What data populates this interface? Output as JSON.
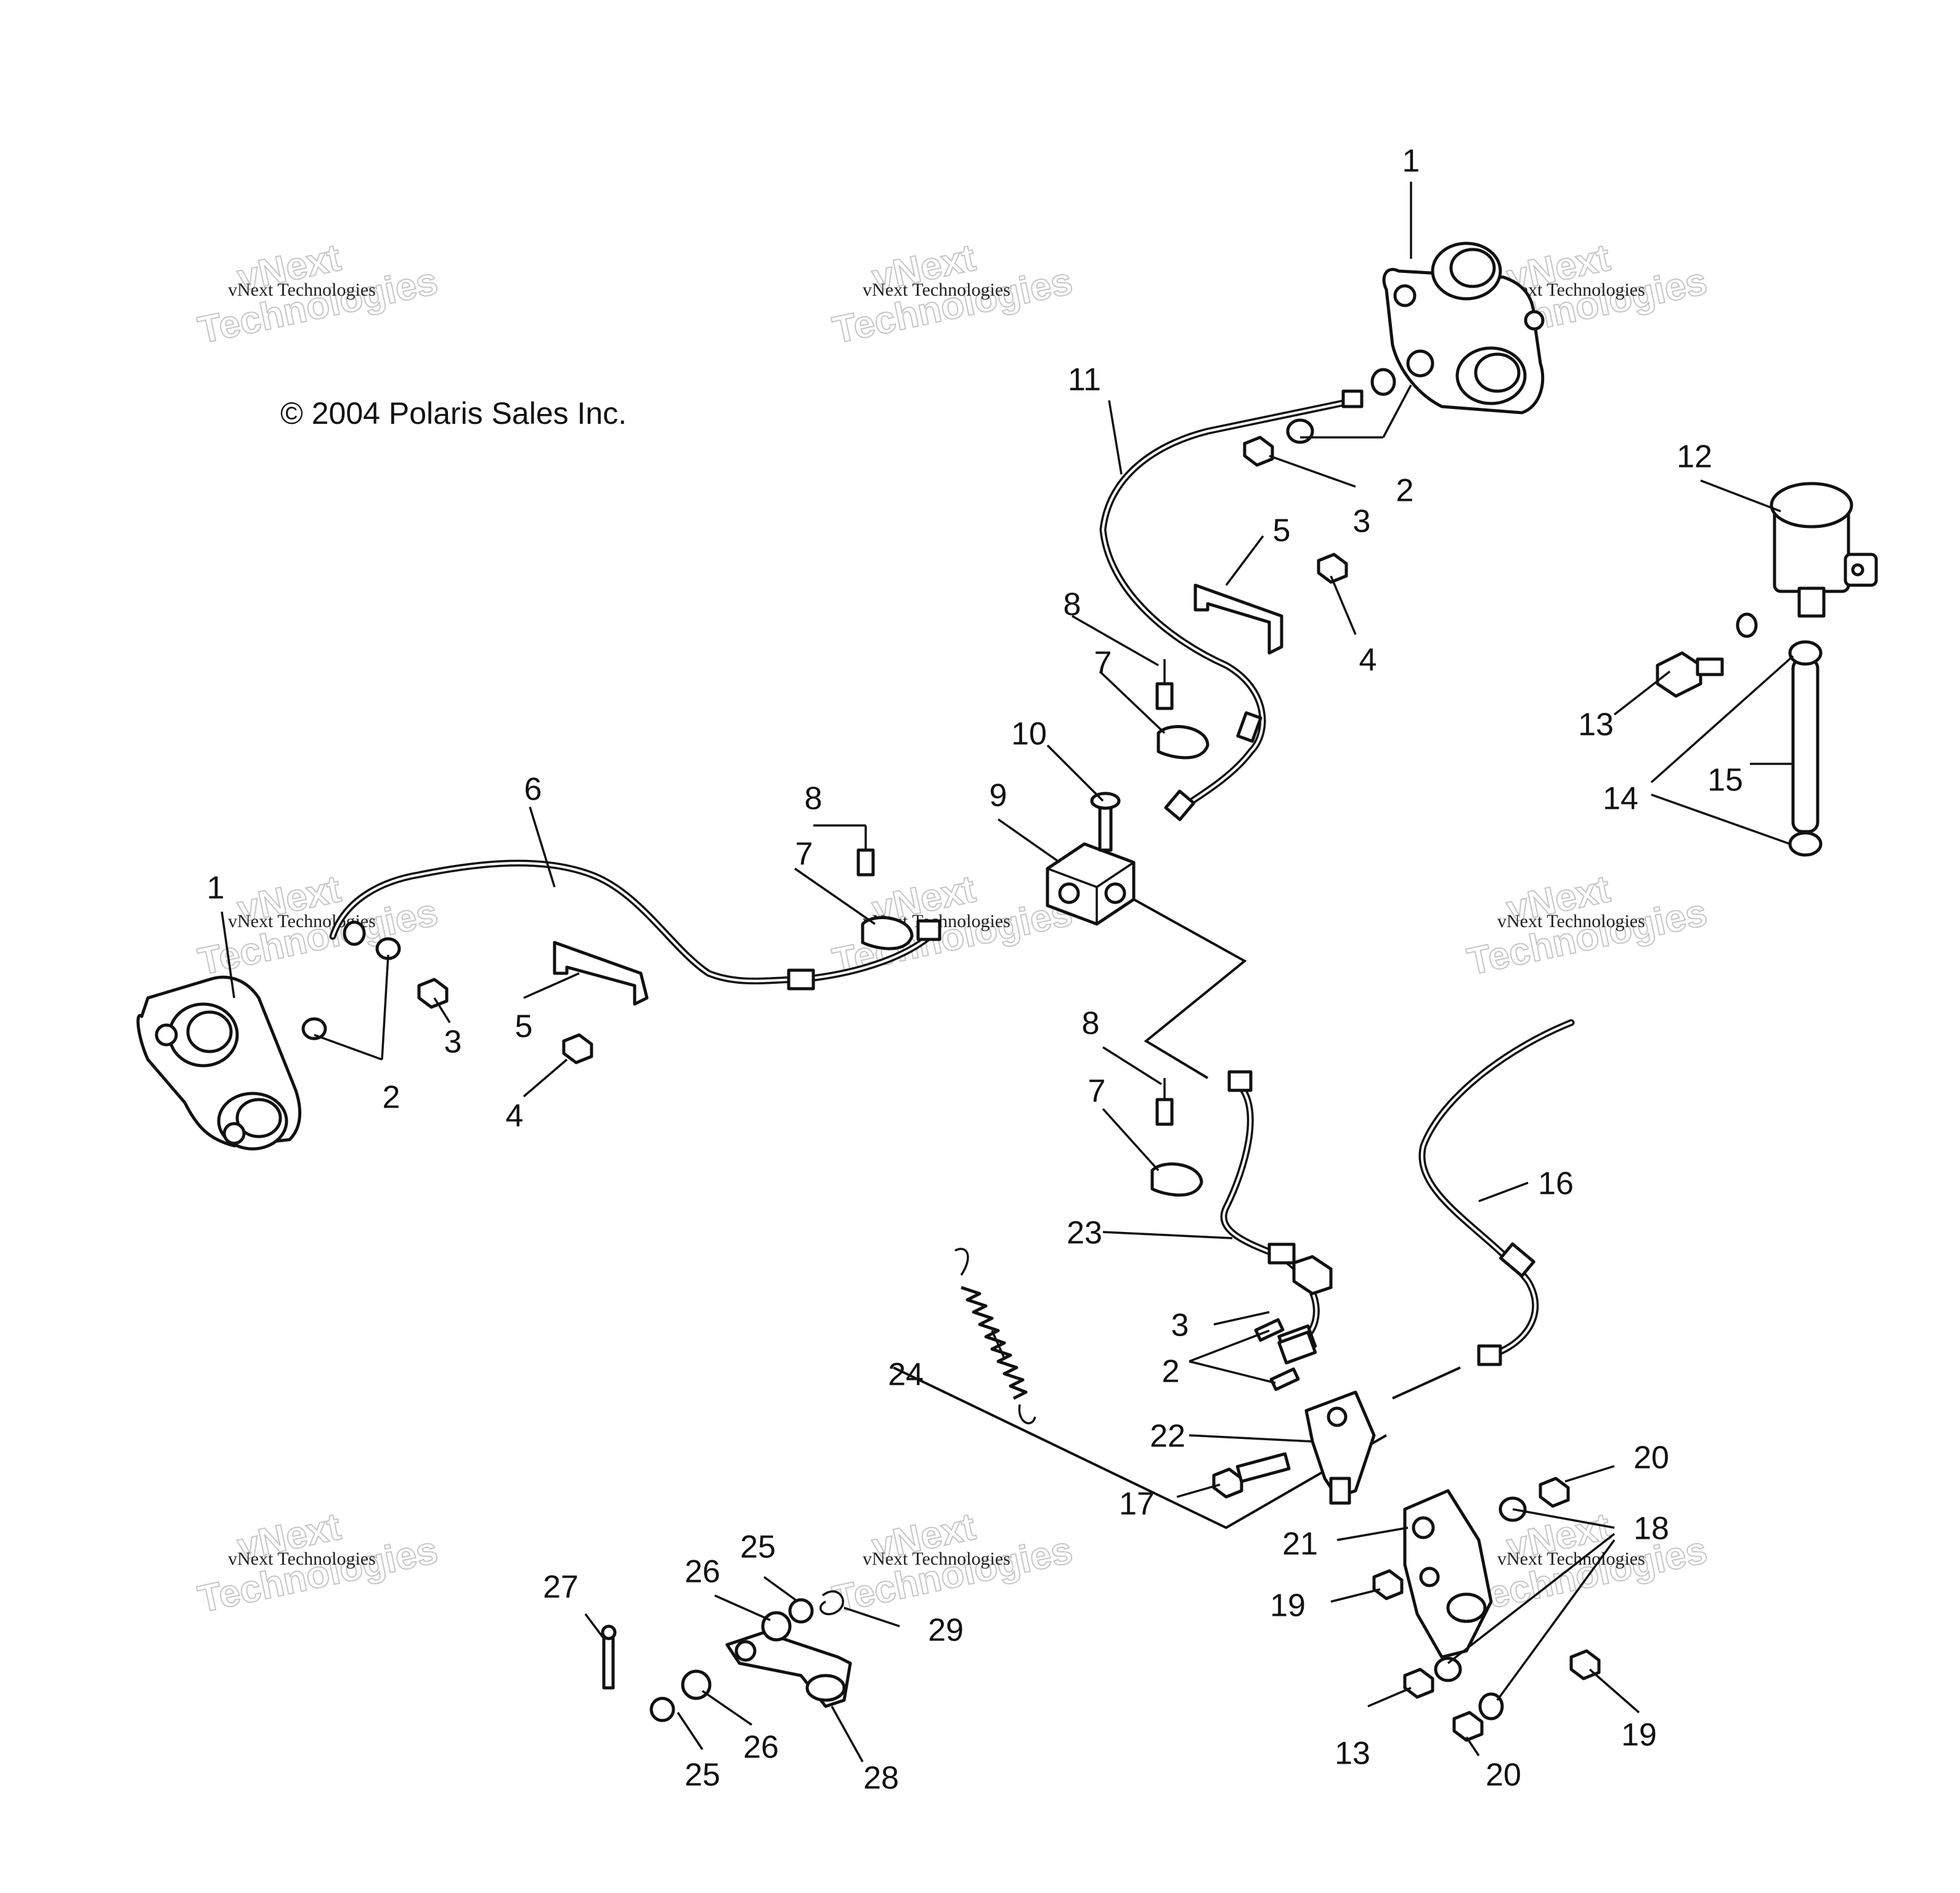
{
  "copyright": "© 2004 Polaris Sales Inc.",
  "watermark": {
    "small": "vNext Technologies",
    "big_line1": "vNext",
    "big_line2": "Technologies"
  },
  "callouts": {
    "c1a": "1",
    "c1b": "1",
    "c2a": "2",
    "c2b": "2",
    "c2c": "2",
    "c3a": "3",
    "c3b": "3",
    "c3c": "3",
    "c4a": "4",
    "c4b": "4",
    "c5a": "5",
    "c5b": "5",
    "c6": "6",
    "c7a": "7",
    "c7b": "7",
    "c7c": "7",
    "c8a": "8",
    "c8b": "8",
    "c8c": "8",
    "c9": "9",
    "c10": "10",
    "c11": "11",
    "c12": "12",
    "c13a": "13",
    "c13b": "13",
    "c14": "14",
    "c15": "15",
    "c16": "16",
    "c17": "17",
    "c18": "18",
    "c19a": "19",
    "c19b": "19",
    "c20a": "20",
    "c20b": "20",
    "c21": "21",
    "c22": "22",
    "c23": "23",
    "c24": "24",
    "c25a": "25",
    "c25b": "25",
    "c26a": "26",
    "c26b": "26",
    "c27": "27",
    "c28": "28",
    "c29": "29"
  }
}
